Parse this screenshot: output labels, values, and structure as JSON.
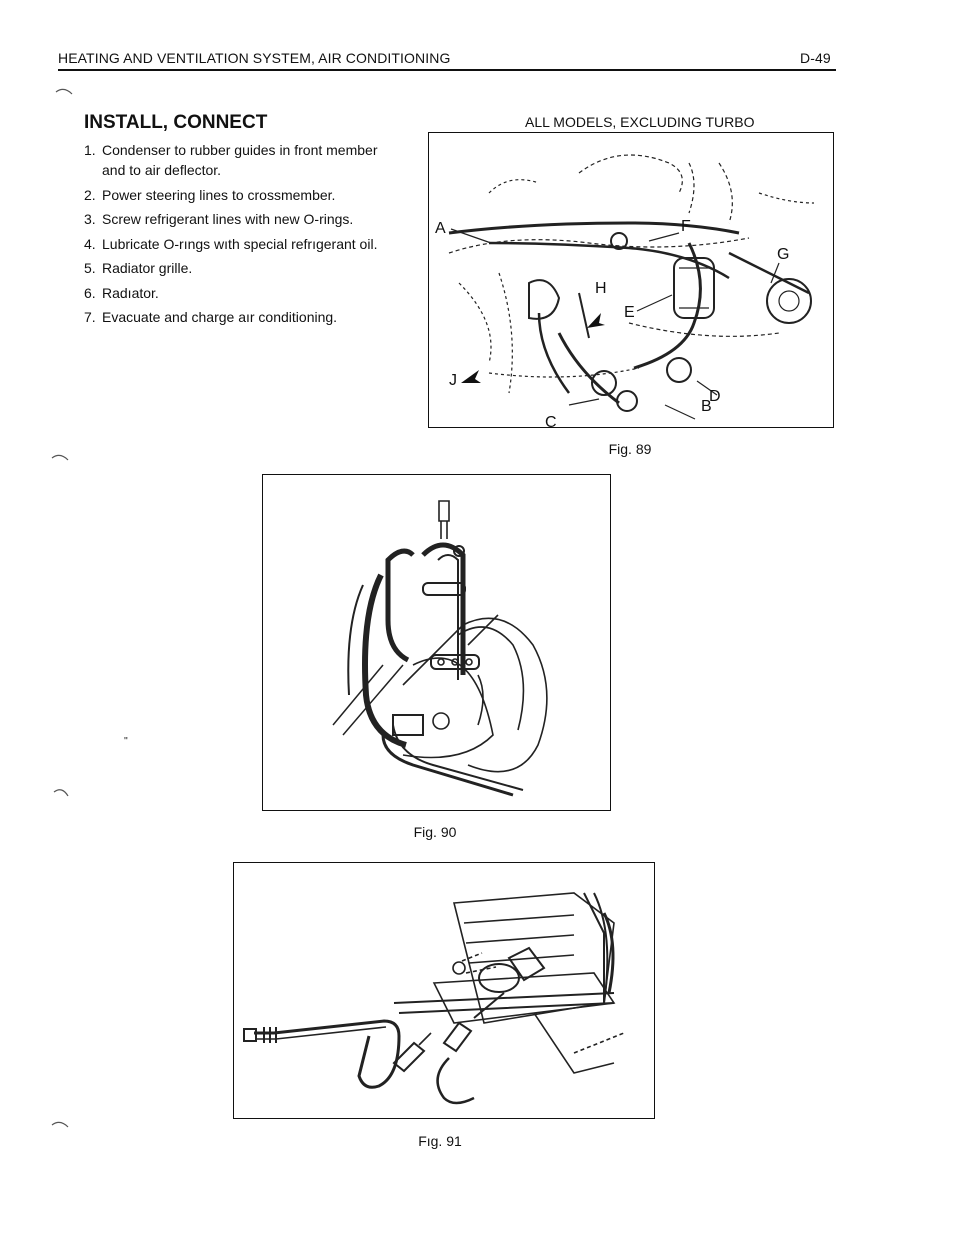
{
  "header": {
    "title": "HEATING AND VENTILATION SYSTEM, AIR CONDITIONING",
    "page": "D-49"
  },
  "section": {
    "heading": "INSTALL, CONNECT",
    "steps": [
      {
        "num": "1.",
        "text": "Condenser to rubber guides in front member and to air deflector."
      },
      {
        "num": "2.",
        "text": "Power steering lines to crossmember."
      },
      {
        "num": "3.",
        "text": "Screw refrigerant lines with new O-rings."
      },
      {
        "num": "4.",
        "text": "Lubricate O-rıngs wıth special refrıgerant oil."
      },
      {
        "num": "5.",
        "text": "Radiator grille."
      },
      {
        "num": "6.",
        "text": "Radıator."
      },
      {
        "num": "7.",
        "text": "Evacuate and charge aır conditioning."
      }
    ]
  },
  "figures": {
    "fig89": {
      "subtitle": "ALL MODELS, EXCLUDING TURBO",
      "caption": "Fig. 89",
      "labels": {
        "a": "A",
        "b": "B",
        "c": "C",
        "d": "D",
        "e": "E",
        "f": "F",
        "g": "G",
        "h": "H",
        "j": "J"
      }
    },
    "fig90": {
      "caption": "Fig. 90"
    },
    "fig91": {
      "caption": "Fıg. 91"
    }
  }
}
